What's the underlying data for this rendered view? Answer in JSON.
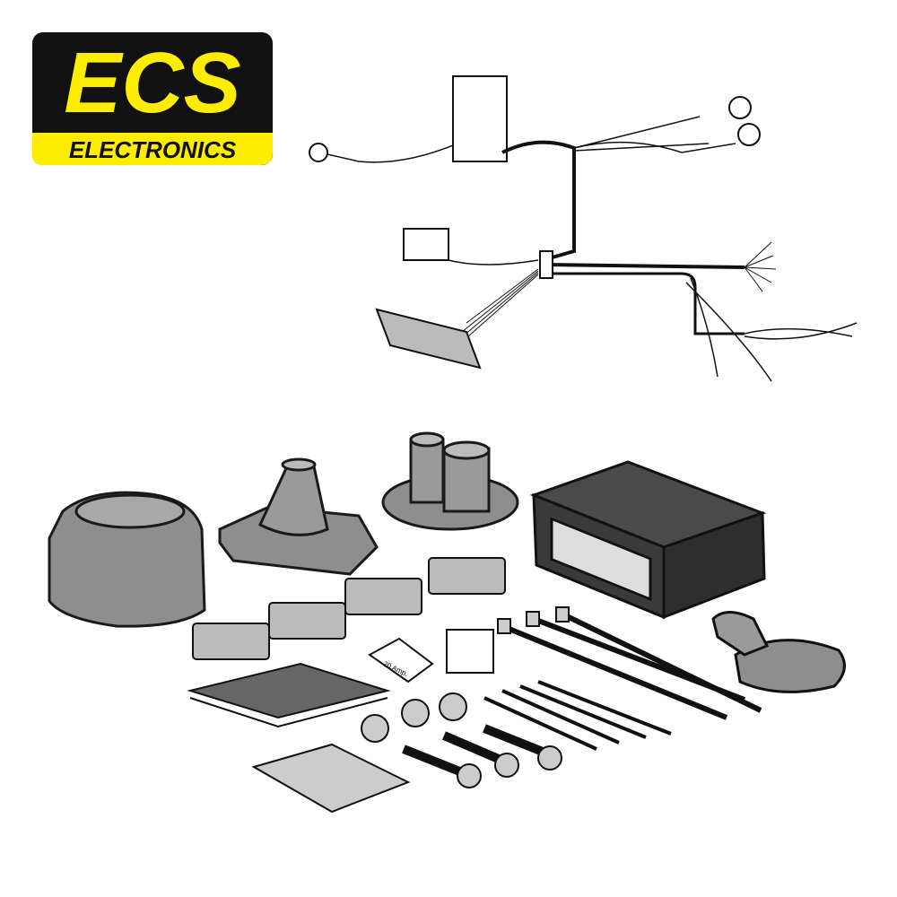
{
  "logo": {
    "brand": "ECS",
    "subtitle": "ELECTRONICS",
    "colors": {
      "yellow": "#FFED00",
      "black": "#111111"
    }
  },
  "fuse": {
    "label": "20 Amp."
  },
  "colors": {
    "part_gray": "#8E8E8E",
    "part_light": "#BDBDBD",
    "module": "#3A3A3A",
    "outline": "#1A1A1A"
  }
}
